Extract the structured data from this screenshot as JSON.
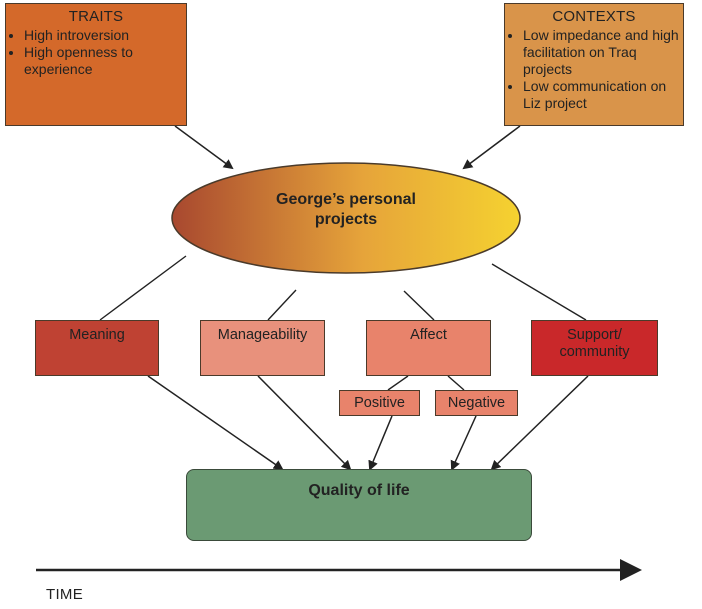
{
  "traits": {
    "title": "TRAITS",
    "items": [
      "High introversion",
      "High openness to experience"
    ]
  },
  "contexts": {
    "title": "CONTEXTS",
    "items": [
      "Low impedance and high facilitation on Traq projects",
      "Low communication on Liz project"
    ]
  },
  "center": {
    "line1": "George’s personal",
    "line2": "projects"
  },
  "dimensions": {
    "meaning": "Meaning",
    "manageability": "Manageability",
    "affect": "Affect",
    "support_line1": "Support/",
    "support_line2": "community"
  },
  "affect_sub": {
    "positive": "Positive",
    "negative": "Negative"
  },
  "outcome": "Quality of life",
  "time_label": "TIME",
  "colors": {
    "traits_fill": "#d4692a",
    "contexts_fill": "#d9944a",
    "meaning_fill": "#bf4233",
    "manageability_fill": "#e8917c",
    "affect_fill": "#e8836b",
    "support_fill": "#c9282a",
    "positive_fill": "#e8836b",
    "negative_fill": "#e8836b",
    "outcome_fill": "#6b9a73",
    "ellipse_left": "#a8482f",
    "ellipse_right": "#f5d230"
  }
}
